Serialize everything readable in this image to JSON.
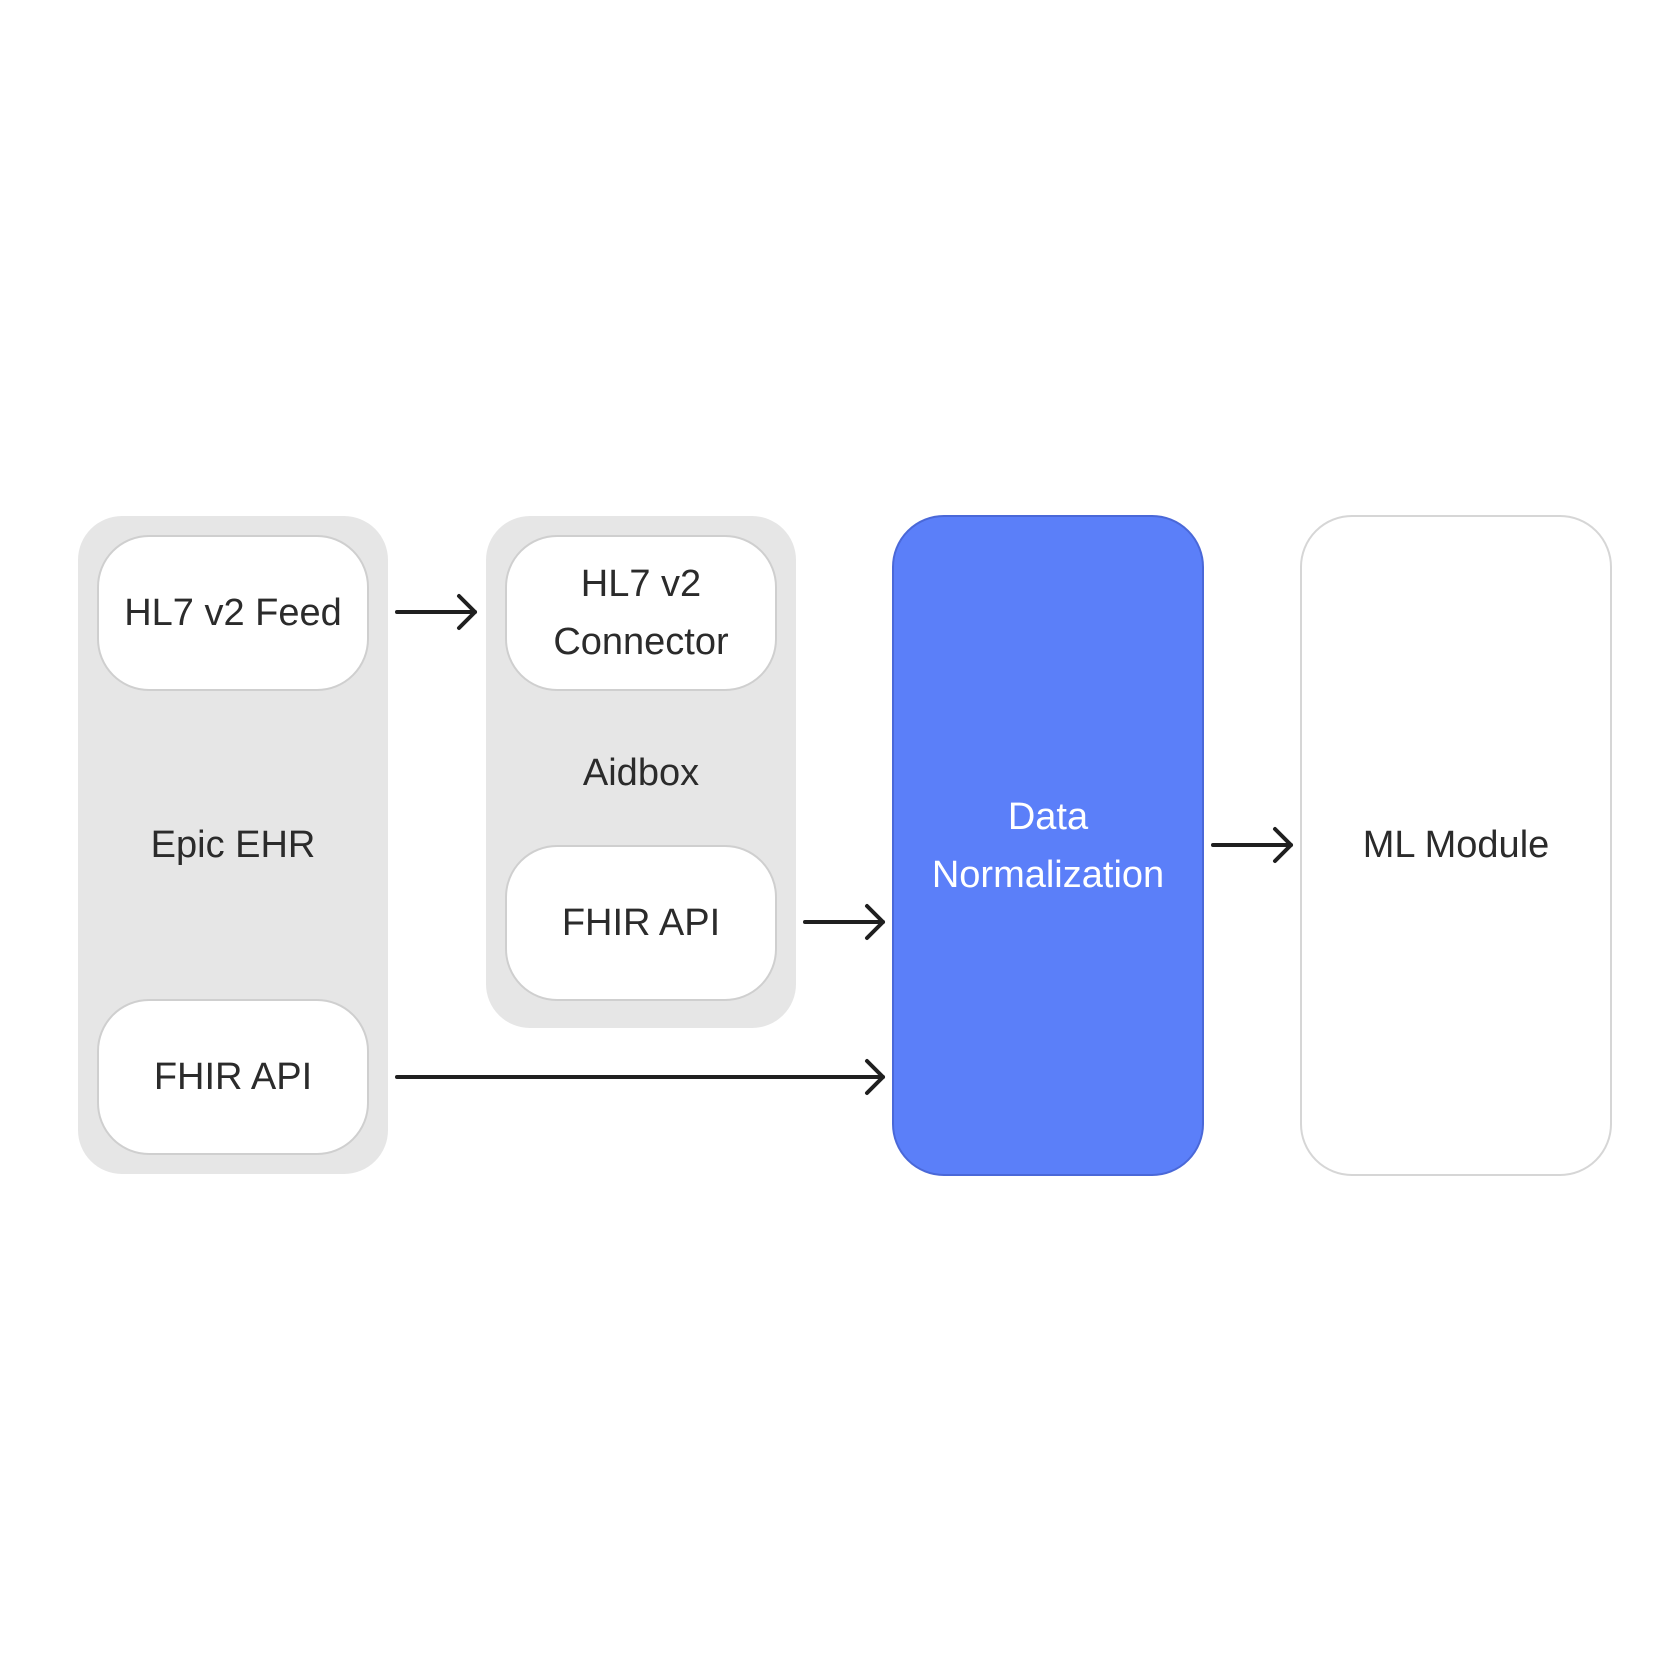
{
  "groups": {
    "epic": {
      "label": "Epic EHR",
      "top_card": "HL7 v2 Feed",
      "bottom_card": "FHIR API"
    },
    "aidbox": {
      "label": "Aidbox",
      "top_card": "HL7 v2\nConnector",
      "bottom_card": "FHIR API"
    }
  },
  "normalization": {
    "label": "Data\nNormalization",
    "fill_color": "#5b7ff9"
  },
  "ml": {
    "label": "ML Module"
  },
  "colors": {
    "group_bg": "#e6e6e6",
    "card_border": "#cfcfcf",
    "arrow": "#1f1f1f",
    "text": "#2b2b2b"
  }
}
